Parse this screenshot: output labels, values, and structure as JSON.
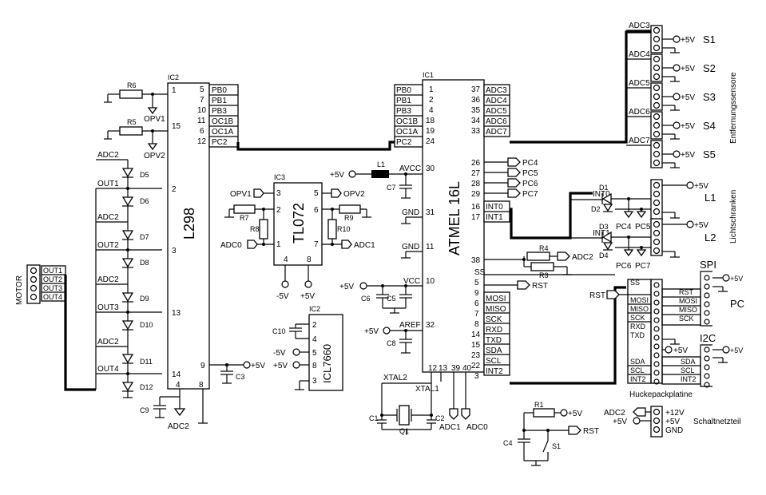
{
  "ic1": {
    "ref": "IC1",
    "name": "ATMEL 16L",
    "left_pins": [
      {
        "name": "PB0",
        "num": "1"
      },
      {
        "name": "PB1",
        "num": "2"
      },
      {
        "name": "PB3",
        "num": "4"
      },
      {
        "name": "OC1B",
        "num": "18"
      },
      {
        "name": "OC1A",
        "num": "19"
      },
      {
        "name": "PC2",
        "num": "24"
      },
      {
        "name": "AVCC",
        "num": "30"
      },
      {
        "name": "GND",
        "num": "31"
      },
      {
        "name": "GND",
        "num": "11"
      },
      {
        "name": "VCC",
        "num": "10"
      },
      {
        "name": "AREF",
        "num": "32"
      }
    ],
    "right_pins": [
      {
        "name": "ADC3",
        "num": "37"
      },
      {
        "name": "ADC4",
        "num": "36"
      },
      {
        "name": "ADC5",
        "num": "35"
      },
      {
        "name": "ADC6",
        "num": "34"
      },
      {
        "name": "ADC7",
        "num": "33"
      },
      {
        "name": "",
        "num": "26"
      },
      {
        "name": "",
        "num": "27"
      },
      {
        "name": "",
        "num": "28"
      },
      {
        "name": "",
        "num": "29"
      },
      {
        "name": "INT0",
        "num": "16"
      },
      {
        "name": "INT1",
        "num": "17"
      },
      {
        "name": "",
        "num": "38"
      },
      {
        "name": "SS",
        "num": "5"
      },
      {
        "name": "",
        "num": "9"
      },
      {
        "name": "MOSI",
        "num": "6"
      },
      {
        "name": "MISO",
        "num": "7"
      },
      {
        "name": "SCK",
        "num": "8"
      },
      {
        "name": "RXD",
        "num": "14"
      },
      {
        "name": "TXD",
        "num": "15"
      },
      {
        "name": "SDA",
        "num": "23"
      },
      {
        "name": "SCL",
        "num": "22"
      },
      {
        "name": "INT2",
        "num": "3"
      }
    ],
    "bottom_pins": [
      "12",
      "13",
      "39",
      "40"
    ],
    "pc_flags": [
      "PC4",
      "PC5",
      "PC6",
      "PC7"
    ]
  },
  "ic2": {
    "ref": "IC2",
    "name": "L298",
    "right_pins": [
      {
        "name": "PB0",
        "num": "5"
      },
      {
        "name": "PB1",
        "num": "7"
      },
      {
        "name": "PB3",
        "num": "10"
      },
      {
        "name": "OC1B",
        "num": "11"
      },
      {
        "name": "OC1A",
        "num": "6"
      },
      {
        "name": "PC2",
        "num": "12"
      }
    ],
    "left_pins": [
      "1",
      "15",
      "2",
      "3",
      "13",
      "14"
    ],
    "bottom_pins": [
      "4",
      "8"
    ],
    "pin9": "9"
  },
  "ic3": {
    "ref": "IC3",
    "name": "TL072",
    "pins": [
      "3",
      "2",
      "1",
      "5",
      "6",
      "7",
      "4",
      "8"
    ]
  },
  "ic4": {
    "ref": "IC2",
    "name": "ICL7660",
    "pins": [
      "2",
      "4",
      "5",
      "8",
      "3"
    ],
    "labels": [
      "C10",
      "-5V",
      "+5V"
    ]
  },
  "motor": {
    "label": "MOTOR",
    "pins": [
      "OUT1",
      "OUT2",
      "OUT3",
      "OUT4"
    ]
  },
  "outputs": [
    "OUT1",
    "OUT2",
    "OUT3",
    "OUT4"
  ],
  "diodes": [
    "D5",
    "D6",
    "D7",
    "D8",
    "D9",
    "D10",
    "D11",
    "D12"
  ],
  "adc2": "ADC2",
  "opv": [
    "OPV1",
    "OPV2"
  ],
  "resistors": {
    "r6": "R6",
    "r5": "R5",
    "r7": "R7",
    "r8": "R8",
    "r9": "R9",
    "r10": "R10",
    "r1": "R1",
    "r3": "R3",
    "r4": "R4"
  },
  "caps": {
    "c7": "C7",
    "c6": "C6",
    "c5": "C5",
    "c8": "C8",
    "c1": "C1",
    "c2": "C2",
    "c3": "C3",
    "c9": "C9",
    "c4": "C4"
  },
  "crystal": {
    "ref": "Q1",
    "xtal1": "XTAL1",
    "xtal2": "XTAL2"
  },
  "inductor": "L1",
  "supply": {
    "p5": "+5V",
    "m5": "-5V",
    "p12": "+12V",
    "gnd": "GND"
  },
  "adc_labels": {
    "adc0": "ADC0",
    "adc1": "ADC1"
  },
  "rst": "RST",
  "switch": "S1",
  "sensors": {
    "title": "Entfernungssensore",
    "channels": [
      "ADC3",
      "ADC4",
      "ADC5",
      "ADC6",
      "ADC7"
    ],
    "names": [
      "S1",
      "S2",
      "S3",
      "S4",
      "S5"
    ]
  },
  "light_barriers": {
    "title": "Lichtschranken",
    "names": [
      "L1",
      "L2"
    ],
    "diodes": [
      "D1",
      "D2",
      "D3",
      "D4"
    ],
    "int": [
      "INT0",
      "INT1"
    ],
    "pc": [
      "PC4",
      "PC5",
      "PC6",
      "PC7"
    ]
  },
  "piggyback": {
    "title": "Huckepackplatine",
    "left_labels": [
      "SS",
      "MOSI",
      "MISO",
      "SCK",
      "RXD",
      "TXD",
      "SDA",
      "SCL",
      "INT2"
    ],
    "right_labels": [
      "RST",
      "MOSI",
      "MISO",
      "SCK",
      "SDA",
      "SCL",
      "INT2"
    ]
  },
  "spi": {
    "title": "SPI",
    "pc": "PC"
  },
  "i2c": {
    "title": "I2C"
  },
  "psu": {
    "title": "Schaltnetzteil",
    "labels": [
      "+12V",
      "+5V",
      "GND"
    ]
  }
}
